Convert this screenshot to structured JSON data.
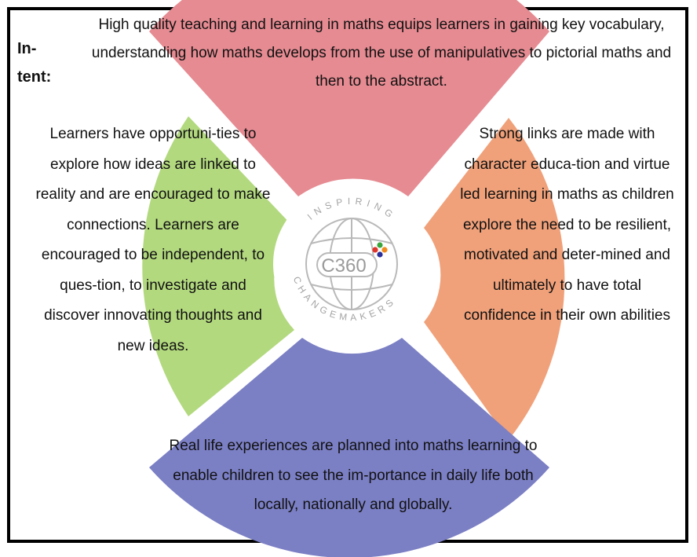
{
  "intent_label": "In-\ntent:",
  "top_quadrant": {
    "color": "#e68b92",
    "text": "High quality teaching and learning in maths equips learners in gaining key vocabulary,  understanding how maths develops from the use of manipulatives to pictorial maths and then to the abstract."
  },
  "left_quadrant": {
    "color": "#b3d97f",
    "text": "Learners have opportuni-ties to explore how ideas are linked to reality and are encouraged to make connections.  Learners are encouraged to be independent, to ques-tion, to investigate and discover innovating thoughts and new ideas."
  },
  "right_quadrant": {
    "color": "#f0a17a",
    "text": "Strong links are made with character educa-tion and virtue led learning in maths as children explore the need to be resilient, motivated and deter-mined and ultimately to have total confidence in their own abilities"
  },
  "bottom_quadrant": {
    "color": "#7b7fc4",
    "text": "Real life experiences are planned into maths learning to enable children to see the im-portance in daily life both locally, nationally and globally."
  },
  "logo": {
    "name": "C360",
    "ring_text_top": "INSPIRING",
    "ring_text_bottom": "CHANGEMAKERS",
    "dot_colors": [
      "#e0332a",
      "#3aa53a",
      "#f08a1c",
      "#2a2f9a"
    ]
  }
}
